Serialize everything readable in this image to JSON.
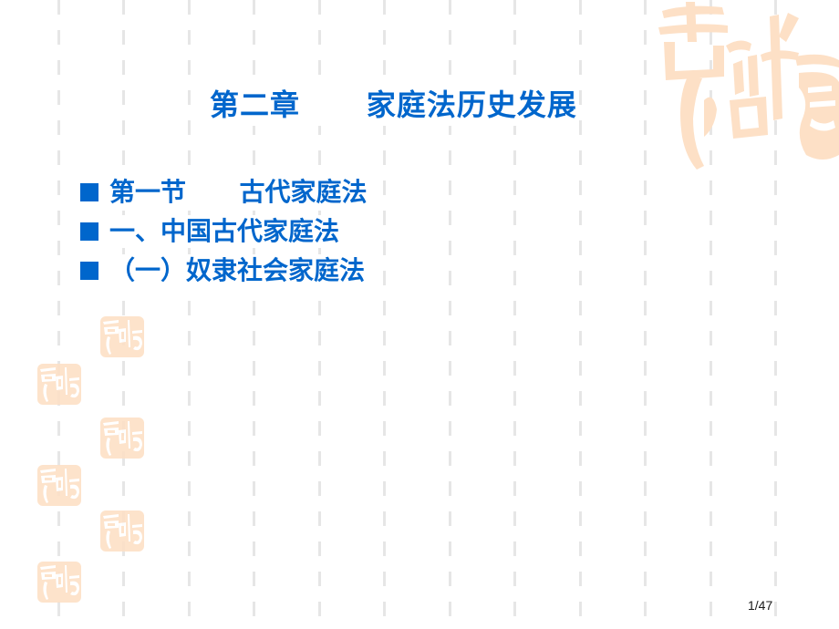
{
  "slide": {
    "title": "第二章      家庭法历史发展",
    "bullets": [
      {
        "text": "第一节      古代家庭法"
      },
      {
        "text": "一、中国古代家庭法"
      },
      {
        "text": "（一）奴隶社会家庭法"
      }
    ],
    "page_number": "1/47"
  },
  "decor": {
    "bullet_icon": "square-bullet-icon",
    "seal_text": "吉祥如意",
    "text_color": "#0066cc",
    "seal_color": "#fde0c6",
    "grid_line_color": "#e6e6e6"
  }
}
